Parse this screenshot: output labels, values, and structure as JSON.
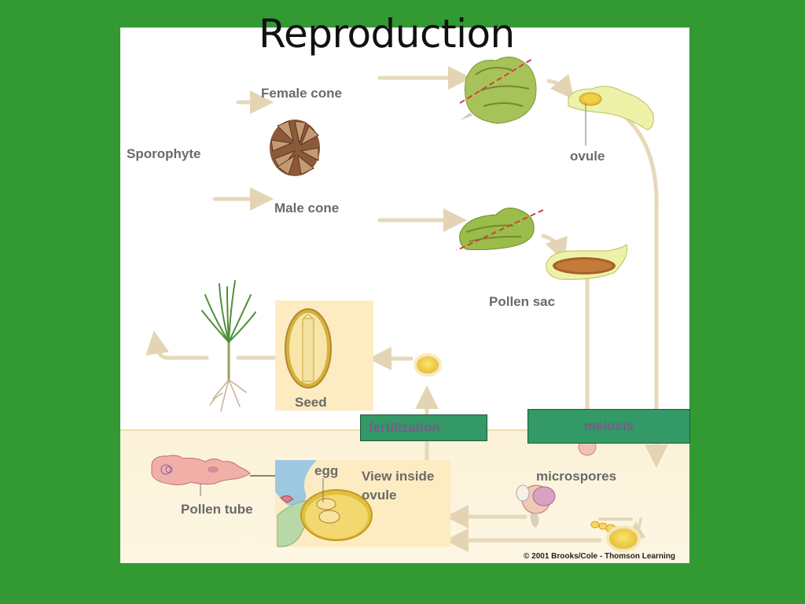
{
  "title": "Reproduction",
  "labels": {
    "female_cone": "Female cone",
    "sporophyte": "Sporophyte",
    "male_cone": "Male cone",
    "ovule": "ovule",
    "pollen_sac": "Pollen sac",
    "seed": "Seed",
    "egg": "egg",
    "view_inside_ovule": "View inside\novule",
    "microspores": "microspores",
    "pollen_tube": "Pollen tube"
  },
  "stages": {
    "fertilization": "fertilization",
    "meiosis": "meiosis"
  },
  "copyright": "© 2001 Brooks/Cole - Thomson Learning",
  "colors": {
    "background": "#339933",
    "stage_box": "#339966",
    "label": "#6a6a6a",
    "arrow": "#e8dcc0"
  }
}
